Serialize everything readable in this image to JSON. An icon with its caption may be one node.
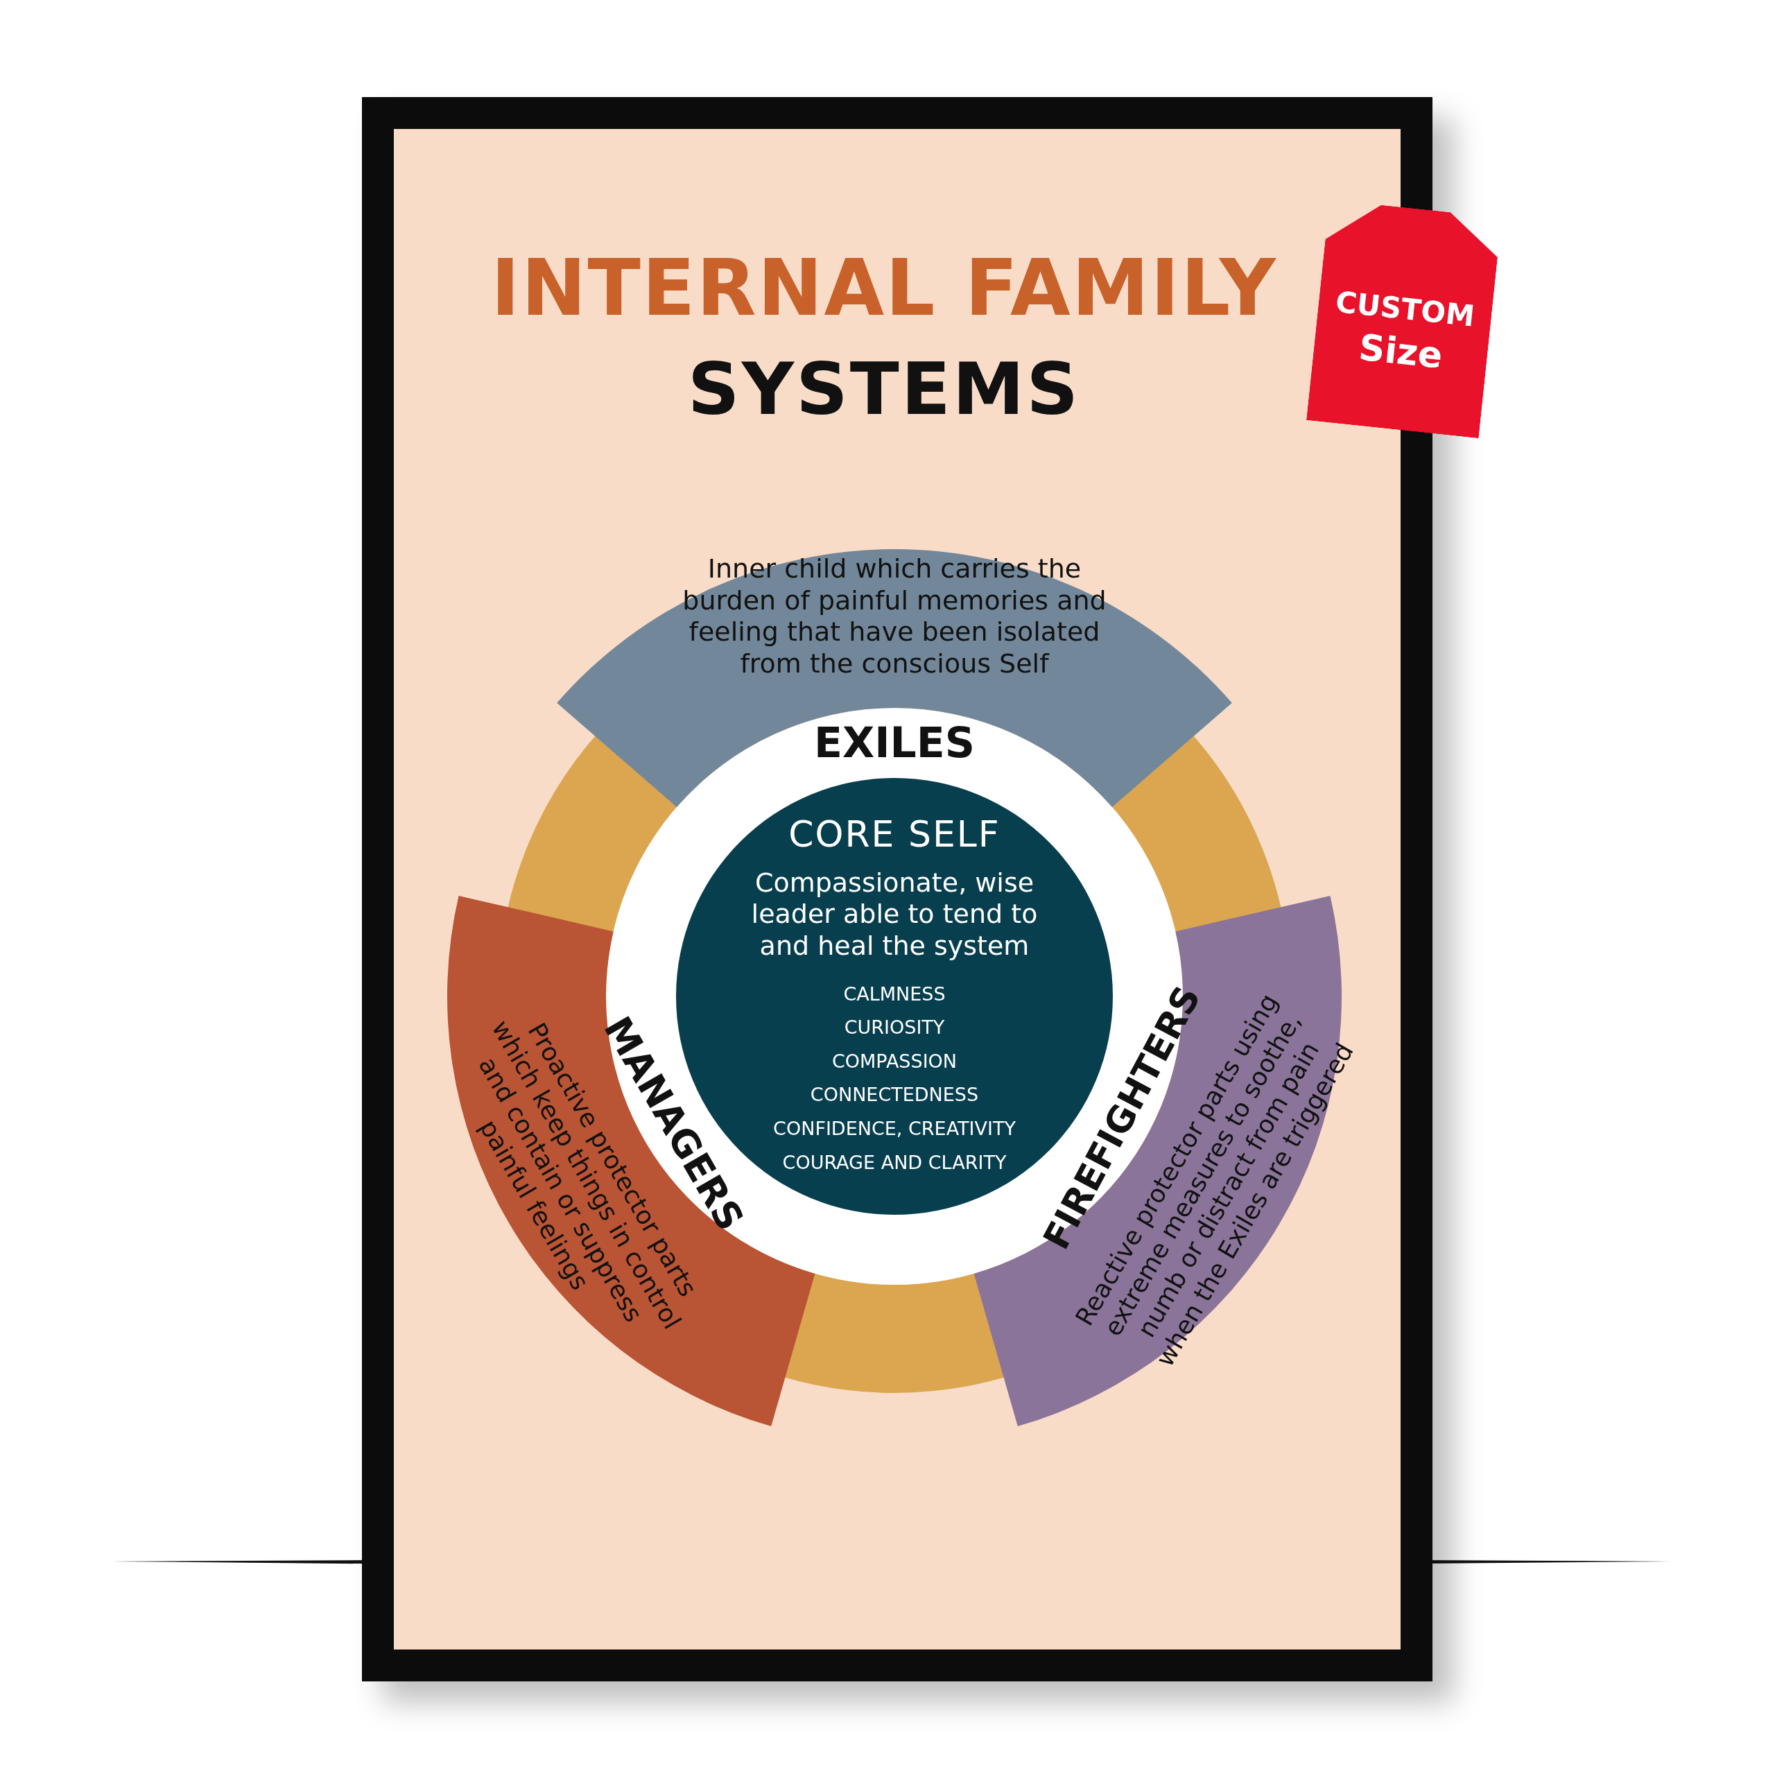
{
  "diagram": {
    "title": "INTERNAL FAMILY SYSTEMS",
    "nodes": [
      {
        "text": [
          "Inner child which carries the burden of painful memories and feeling that have been isolated from the conscious Self",
          "EXILES"
        ]
      },
      {
        "text": [
          "MANAGERS",
          "Proactive protector parts which keep things in control and contain or suppress painful feelings"
        ]
      },
      {
        "text": [
          "FIREFIGHTERS",
          "Reactive protector parts using extreme measures to soothe, numb or distract from pain when the Exiles are triggered"
        ]
      },
      {
        "text": [
          "CORE SELF",
          "Compassionate, wise leader able to tend to and heal the system",
          "CALMNESS",
          "CURIOSITY",
          "COMPASSION",
          "CONNECTEDNESS",
          "CONFIDENCE, CREATIVITY",
          "COURAGE AND CLARITY"
        ]
      }
    ],
    "labels": [
      "CUSTOM",
      "Size"
    ]
  }
}
